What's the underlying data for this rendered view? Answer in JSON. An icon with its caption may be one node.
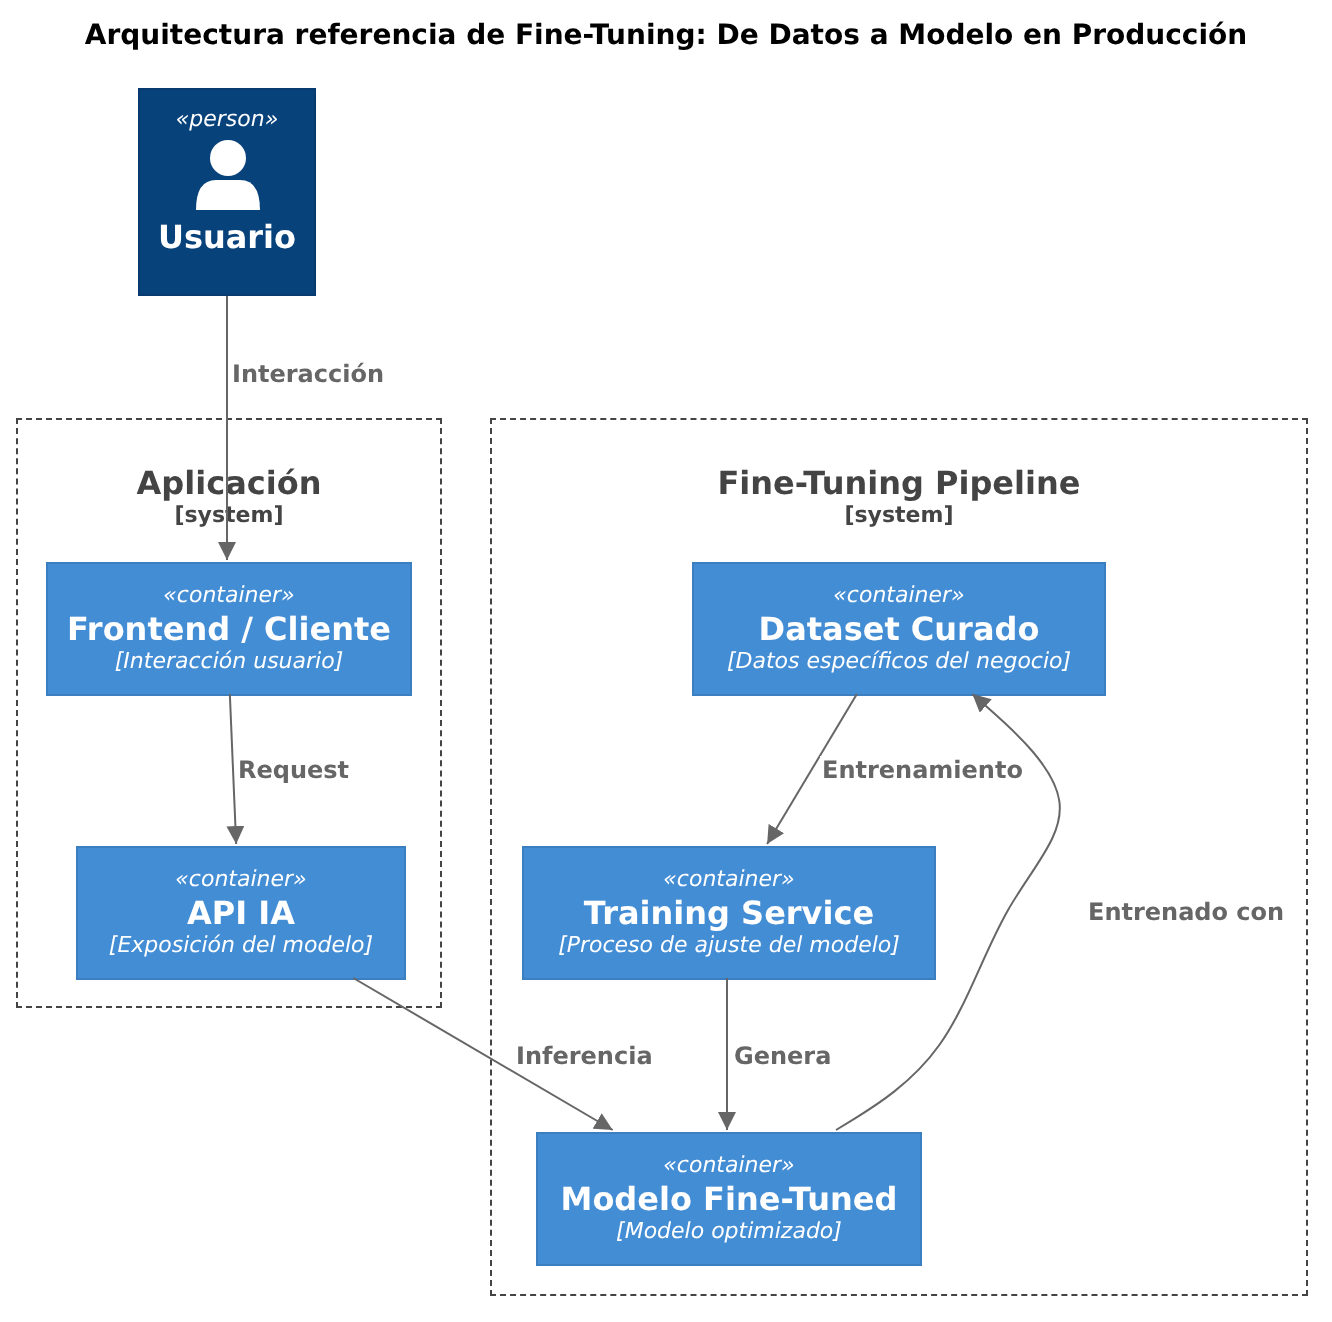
{
  "diagram": {
    "title": "Arquitectura  referencia de Fine-Tuning: De Datos a Modelo en Producción",
    "nodes": [
      {
        "text": [
          "«person»",
          "Usuario"
        ]
      },
      {
        "text": [
          "Aplicación",
          "[system]"
        ]
      },
      {
        "text": [
          "«container»",
          "Frontend / Cliente",
          "[Interacción usuario]"
        ],
        "in": 1
      },
      {
        "text": [
          "«container»",
          "API IA",
          "[Exposición del modelo]"
        ],
        "in": 1
      },
      {
        "text": [
          "Fine-Tuning Pipeline",
          "[system]"
        ]
      },
      {
        "text": [
          "«container»",
          "Dataset Curado",
          "[Datos específicos del negocio]"
        ],
        "in": 4
      },
      {
        "text": [
          "«container»",
          "Training Service",
          "[Proceso de ajuste del modelo]"
        ],
        "in": 4
      },
      {
        "text": [
          "«container»",
          "Modelo Fine-Tuned",
          "[Modelo optimizado]"
        ],
        "in": 4
      }
    ],
    "edges": [
      {
        "from": 0,
        "to": 2,
        "arrow": "to",
        "label": "Interacción"
      },
      {
        "from": 2,
        "to": 3,
        "arrow": "to",
        "label": "Request"
      },
      {
        "from": 5,
        "to": 6,
        "arrow": "to",
        "label": "Entrenamiento"
      },
      {
        "from": 6,
        "to": 7,
        "arrow": "to",
        "label": "Genera"
      },
      {
        "from": 3,
        "to": 7,
        "arrow": "to",
        "label": "Inferencia"
      },
      {
        "from": 7,
        "to": 5,
        "arrow": "to",
        "label": "Entrenado con"
      }
    ]
  }
}
